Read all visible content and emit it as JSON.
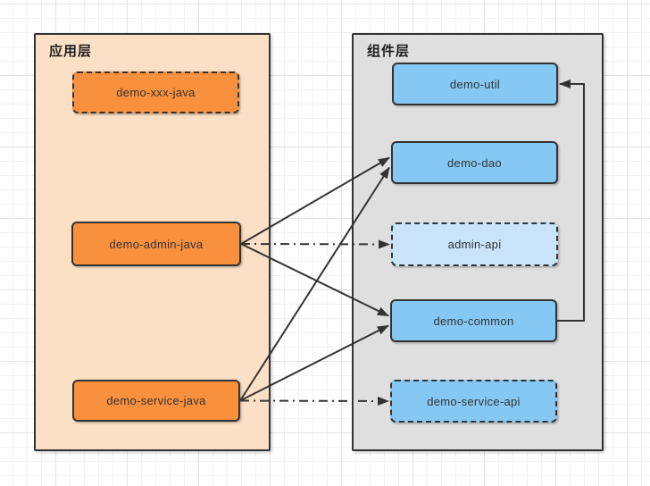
{
  "diagram": {
    "containers": [
      {
        "id": "app-layer",
        "title": "应用层"
      },
      {
        "id": "component-layer",
        "title": "组件层"
      }
    ],
    "nodes": [
      {
        "id": "demo-xxx-java",
        "label": "demo-xxx-java",
        "container": "app-layer",
        "style": "orange-dashed"
      },
      {
        "id": "demo-admin-java",
        "label": "demo-admin-java",
        "container": "app-layer",
        "style": "orange-solid"
      },
      {
        "id": "demo-service-java",
        "label": "demo-service-java",
        "container": "app-layer",
        "style": "orange-solid"
      },
      {
        "id": "demo-util",
        "label": "demo-util",
        "container": "component-layer",
        "style": "blue-solid"
      },
      {
        "id": "demo-dao",
        "label": "demo-dao",
        "container": "component-layer",
        "style": "blue-solid"
      },
      {
        "id": "admin-api",
        "label": "admin-api",
        "container": "component-layer",
        "style": "lightblue-dashed"
      },
      {
        "id": "demo-common",
        "label": "demo-common",
        "container": "component-layer",
        "style": "blue-solid"
      },
      {
        "id": "demo-service-api",
        "label": "demo-service-api",
        "container": "component-layer",
        "style": "blue-dashed"
      }
    ],
    "edges": [
      {
        "from": "demo-admin-java",
        "to": "demo-dao",
        "line": "solid"
      },
      {
        "from": "demo-admin-java",
        "to": "admin-api",
        "line": "dashdot"
      },
      {
        "from": "demo-admin-java",
        "to": "demo-common",
        "line": "solid"
      },
      {
        "from": "demo-service-java",
        "to": "demo-dao",
        "line": "solid"
      },
      {
        "from": "demo-service-java",
        "to": "demo-common",
        "line": "solid"
      },
      {
        "from": "demo-service-java",
        "to": "demo-service-api",
        "line": "dashdot"
      },
      {
        "from": "demo-common",
        "to": "demo-util",
        "line": "elbow"
      }
    ],
    "colors": {
      "app_layer_fill": "#FCE0C6",
      "component_layer_fill": "#DFDFDF",
      "orange_node_fill": "#F9903E",
      "blue_node_fill": "#85C8F3",
      "lightblue_node_fill": "#C8E3FA",
      "stroke": "#333333",
      "grid_minor": "#F1F1F1",
      "grid_major": "#E2E2E2"
    }
  }
}
